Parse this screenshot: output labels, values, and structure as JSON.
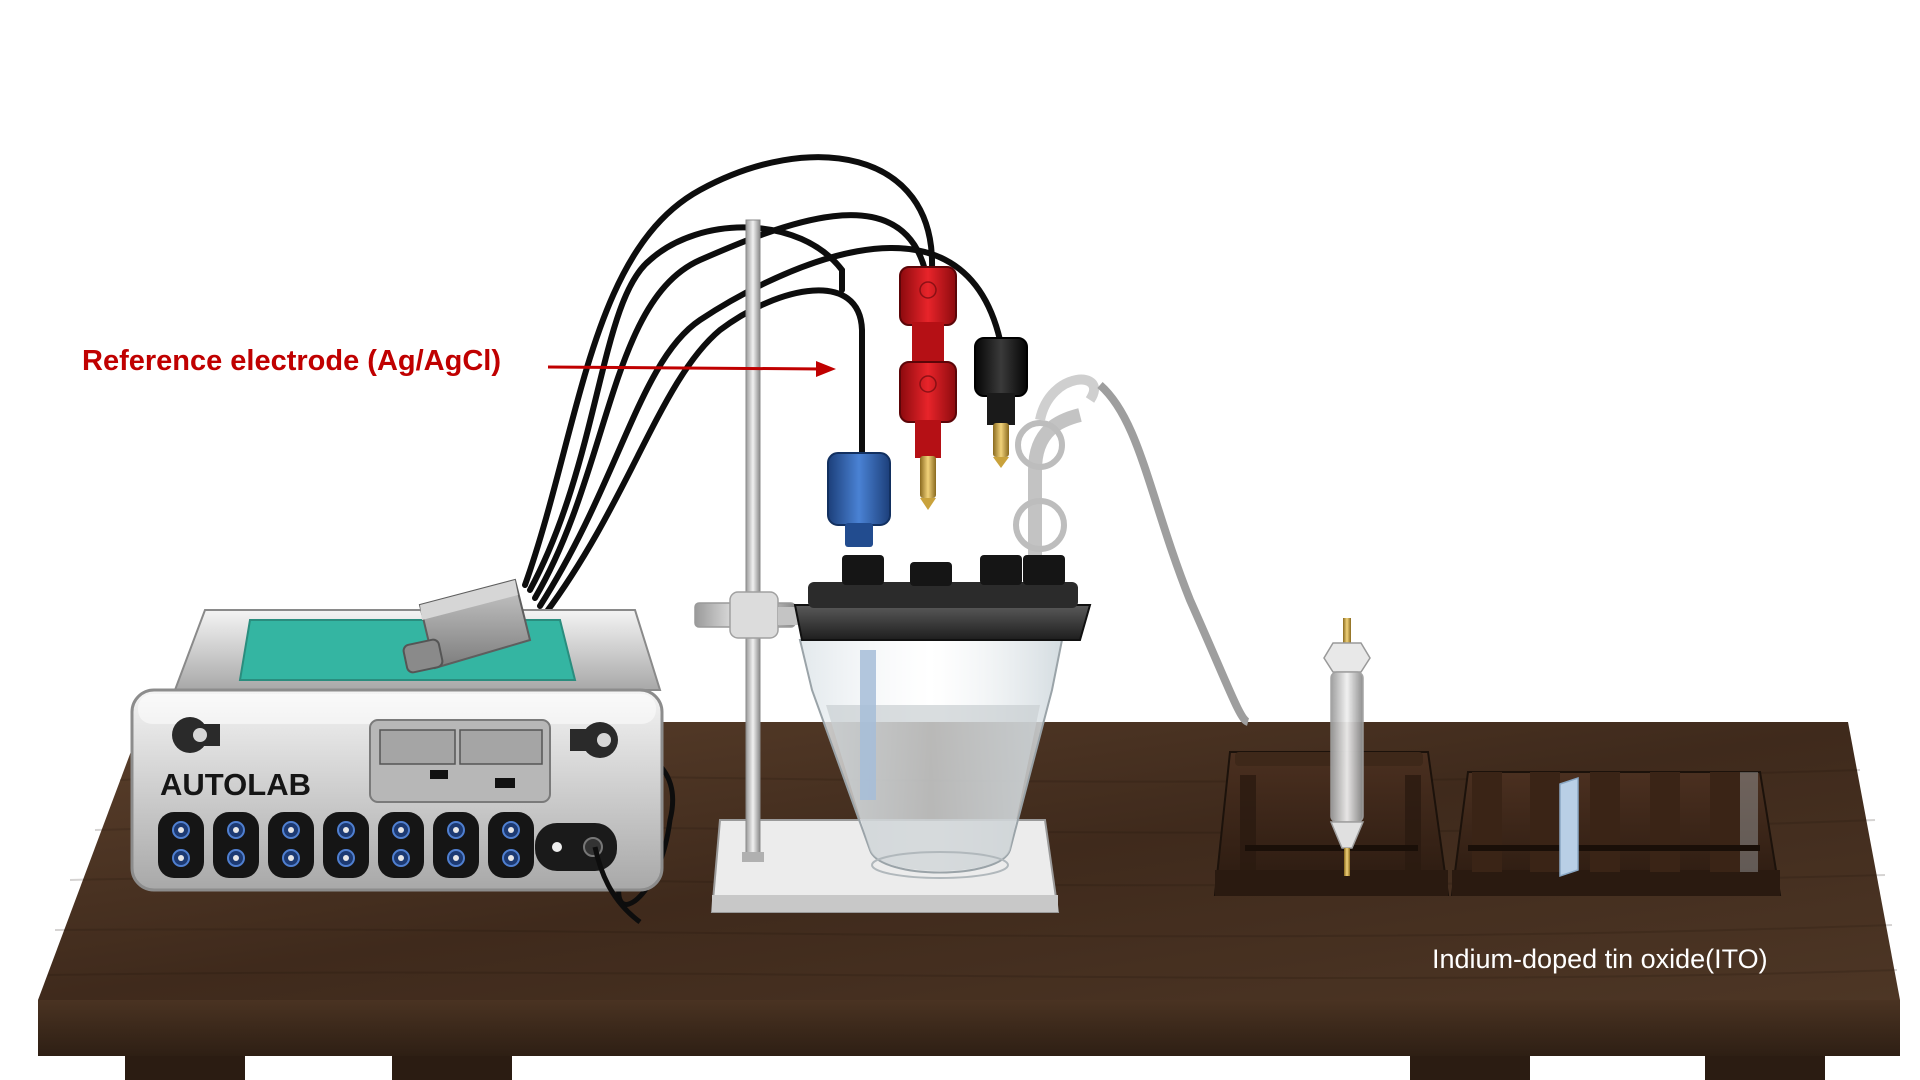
{
  "labels": {
    "reference_electrode": "Reference electrode (Ag/AgCl)",
    "ito": "Indium-doped tin oxide(ITO)",
    "device_brand": "AUTOLAB"
  },
  "colors": {
    "annotation": "#c00000",
    "table_wood": "#4a3322",
    "bath_liquid": "#34b5a2",
    "lead_red": "#d0141a",
    "lead_blue": "#2f66b8",
    "lead_black": "#1a1a1a",
    "lead_brass": "#c9a23c"
  },
  "icons": {
    "potentiostat": "potentiostat-device-icon",
    "electrochemical_cell": "glass-cell-icon",
    "retort_stand": "retort-stand-icon",
    "electrode_rack": "electrode-rack-icon",
    "ito_slide_rack": "slide-rack-icon"
  }
}
